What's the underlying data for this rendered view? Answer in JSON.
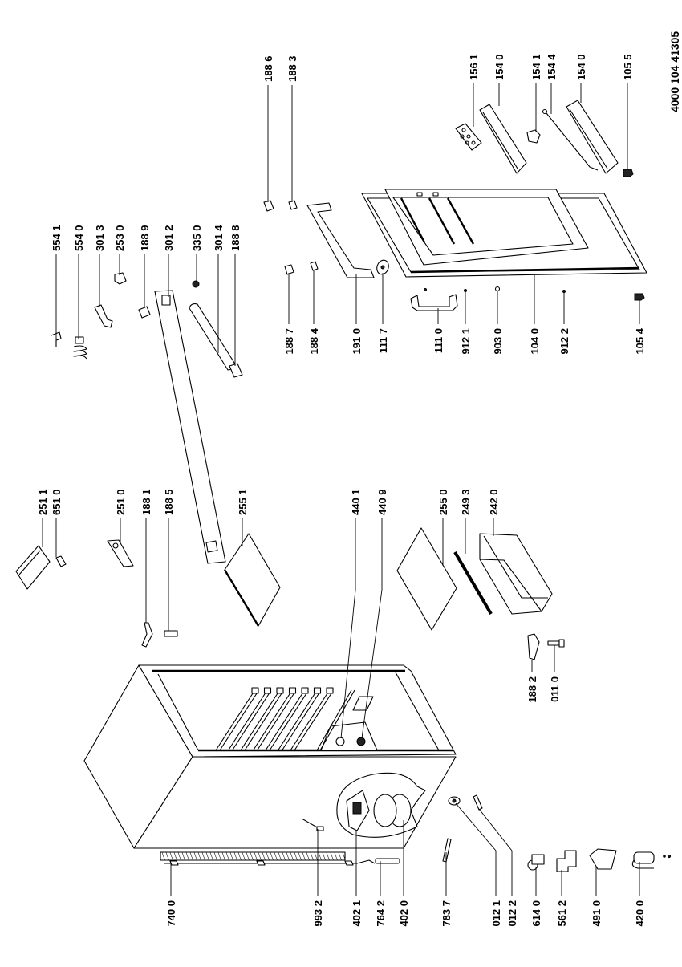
{
  "document_code": "4000 104 41305",
  "callouts": {
    "control_panel": [
      "554 1",
      "554 0",
      "301 3",
      "253 0",
      "188 9",
      "301 2",
      "335 0",
      "301 4",
      "188 8"
    ],
    "door_top": [
      "188 6",
      "188 3"
    ],
    "door_accessories": [
      "156 1",
      "154 0",
      "154 1",
      "154 4",
      "154 0",
      "105 5"
    ],
    "door_bottom": [
      "188 7",
      "188 4",
      "191 0",
      "111 7",
      "111 0",
      "912 1",
      "903 0",
      "104 0",
      "912 2",
      "105 4"
    ],
    "interior": [
      "251 1",
      "651 0",
      "251 0",
      "188 1",
      "188 5",
      "255 1",
      "440 1",
      "440 9",
      "255 0",
      "249 3",
      "242 0"
    ],
    "hinge": [
      "188 2",
      "011 0"
    ],
    "cabinet": [
      "740 0",
      "993 2",
      "402 1",
      "764 2",
      "402 0",
      "783 7",
      "012 1",
      "012 2",
      "614 0",
      "561 2",
      "491 0",
      "420 0"
    ]
  }
}
